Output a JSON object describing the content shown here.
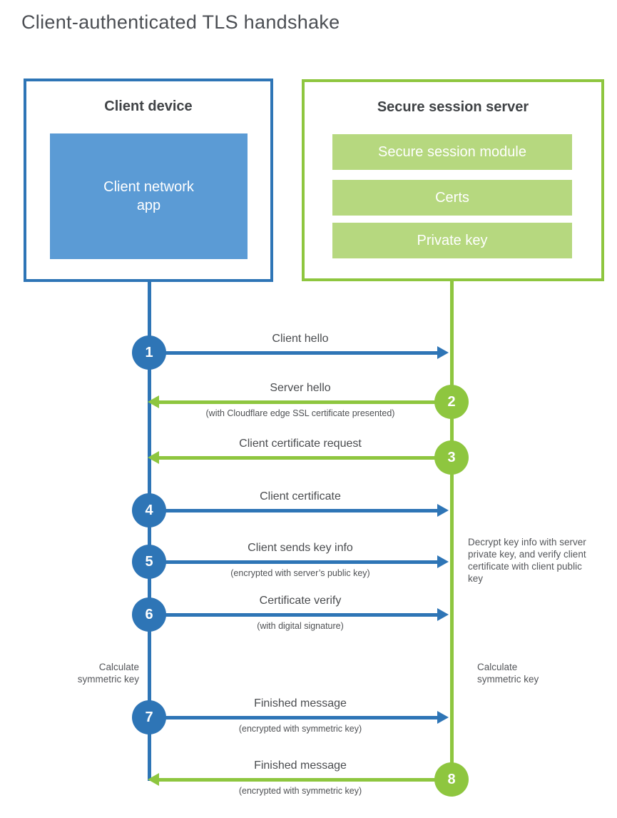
{
  "title": "Client-authenticated TLS handshake",
  "colors": {
    "client_blue": "#2e75b6",
    "client_fill_blue": "#5b9bd5",
    "server_green": "#8ec63f",
    "server_fill_green": "#b6d87f"
  },
  "client": {
    "title": "Client device",
    "app_label": "Client network app"
  },
  "server": {
    "title": "Secure session server",
    "modules": [
      "Secure session module",
      "Certs",
      "Private key"
    ]
  },
  "steps": [
    {
      "num": "1",
      "actor": "client",
      "direction": "right",
      "label": "Client hello"
    },
    {
      "num": "2",
      "actor": "server",
      "direction": "left",
      "label": "Server hello",
      "sub": "(with Cloudflare edge SSL certificate presented)"
    },
    {
      "num": "3",
      "actor": "server",
      "direction": "left",
      "label": "Client certificate request"
    },
    {
      "num": "4",
      "actor": "client",
      "direction": "right",
      "label": "Client certificate"
    },
    {
      "num": "5",
      "actor": "client",
      "direction": "right",
      "label": "Client sends key info",
      "sub": "(encrypted with server’s public key)"
    },
    {
      "num": "6",
      "actor": "client",
      "direction": "right",
      "label": "Certificate verify",
      "sub": "(with digital signature)"
    },
    {
      "num": "7",
      "actor": "client",
      "direction": "right",
      "label": "Finished message",
      "sub": "(encrypted with symmetric key)"
    },
    {
      "num": "8",
      "actor": "server",
      "direction": "left",
      "label": "Finished message",
      "sub": "(encrypted with symmetric key)"
    }
  ],
  "notes": {
    "decrypt": "Decrypt key info with server private key, and verify client certificate with client public key",
    "client_calc": "Calculate symmetric key",
    "server_calc": "Calculate symmetric key"
  }
}
